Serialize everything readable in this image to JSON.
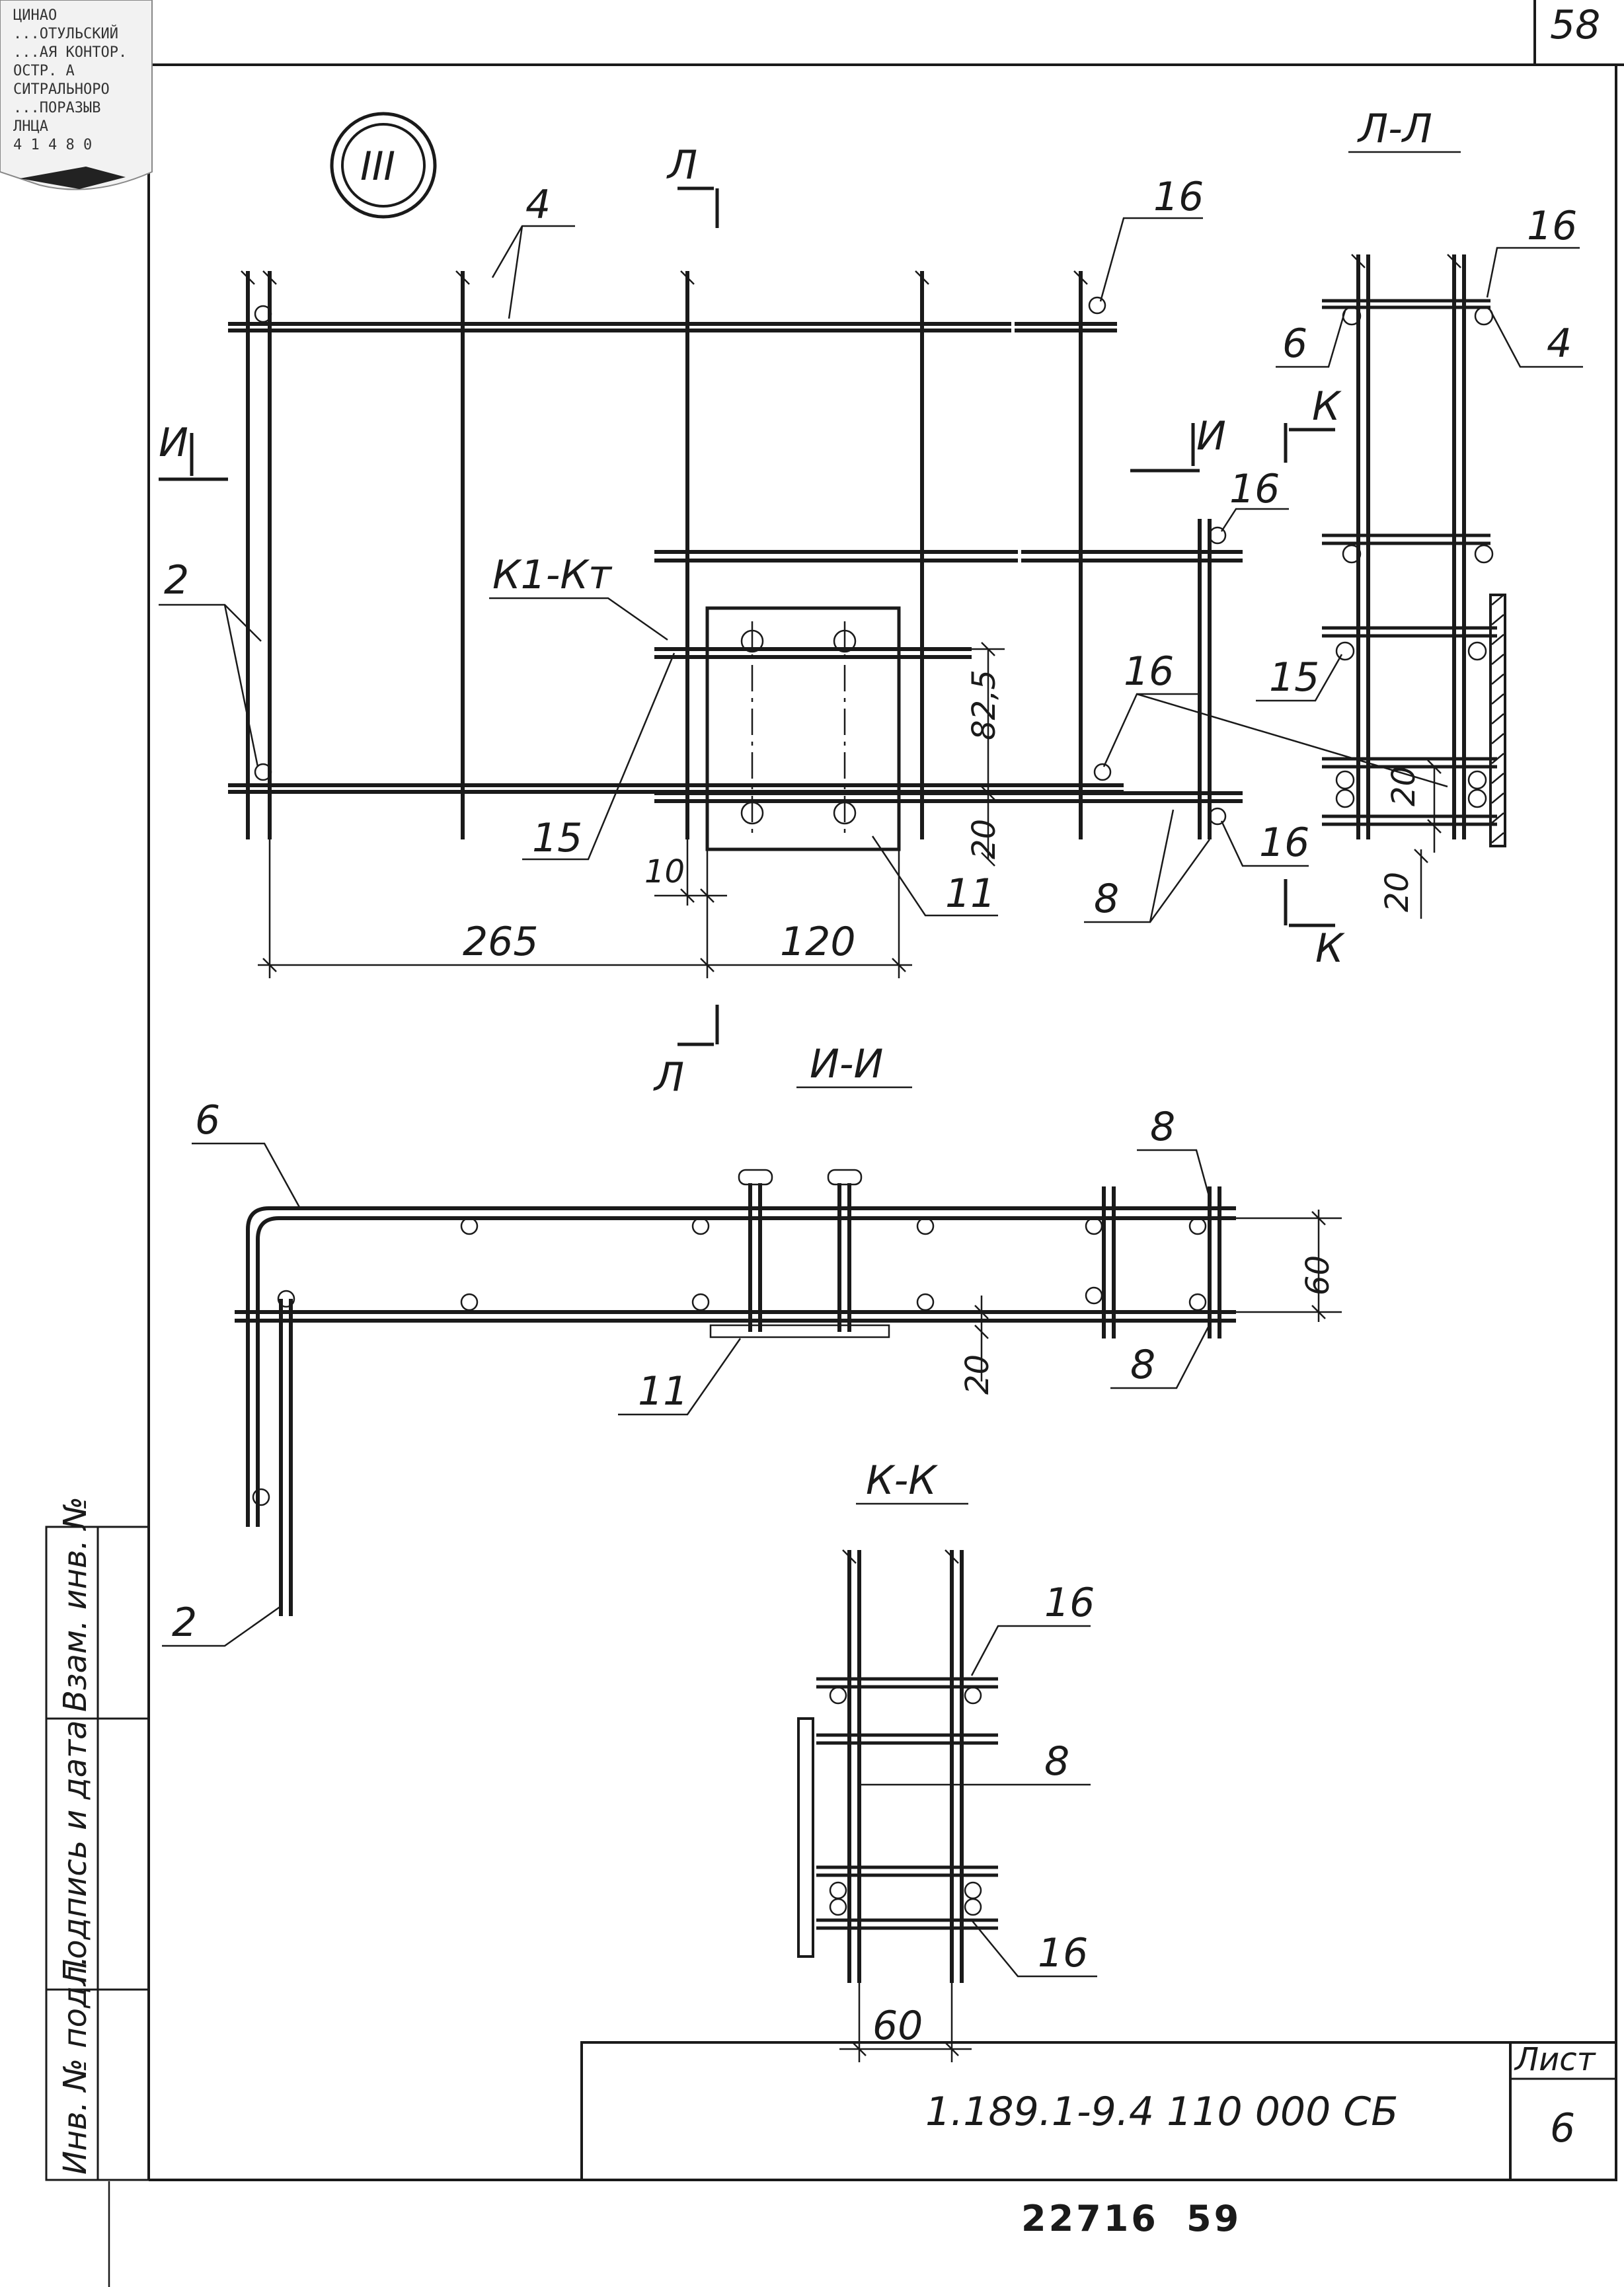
{
  "page": {
    "sheet_corner": "58",
    "node_marker": "III",
    "bottom_numbers": [
      "22716",
      "59"
    ]
  },
  "title_block": {
    "designation": "1.189.1-9.4  110 000 СБ",
    "sheet_label": "Лист",
    "sheet_number": "6"
  },
  "side_block": {
    "fields": [
      "Инв. № подл.",
      "Подпись и дата",
      "Взам. инв. №"
    ]
  },
  "stamp": {
    "lines": [
      "ЦИНАО",
      "...ОТУЛЬСКИЙ",
      "...АЯ КОНТОР.",
      "ОСТР. А",
      "СИТРАЛЬНОРО",
      "...ПОРАЗЫВ",
      "ЛНЦА",
      "4 1 4 8 0"
    ]
  },
  "views": {
    "plan": {
      "marks": [
        "4",
        "16",
        "16",
        "2",
        "К1-Кт",
        "15",
        "11",
        "16",
        "16",
        "8"
      ],
      "dims": [
        "82,5",
        "20",
        "10",
        "265",
        "120"
      ],
      "cut_marks": [
        "Л",
        "Л",
        "И",
        "И",
        "К",
        "К"
      ]
    },
    "section_ll": {
      "title": "Л-Л",
      "marks": [
        "16",
        "6",
        "4",
        "15",
        "20",
        "20"
      ]
    },
    "section_ii": {
      "title": "И-И",
      "marks": [
        "6",
        "8",
        "8",
        "11",
        "2"
      ],
      "dims": [
        "60",
        "20"
      ]
    },
    "section_kk": {
      "title": "К-К",
      "marks": [
        "16",
        "8",
        "16"
      ],
      "dims": [
        "60"
      ]
    }
  }
}
